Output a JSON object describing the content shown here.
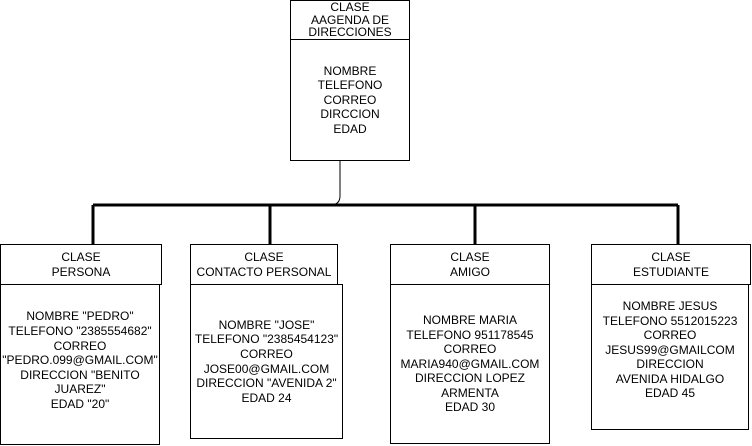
{
  "parent": {
    "header": [
      "CLASE",
      "AAGENDA DE",
      "DIRECCIONES"
    ],
    "body": [
      "NOMBRE",
      "TELEFONO",
      "CORREO",
      "DIRCCION",
      "EDAD"
    ]
  },
  "children": [
    {
      "header": [
        "CLASE",
        "PERSONA"
      ],
      "body": [
        "NOMBRE \"PEDRO\"",
        "TELEFONO \"2385554682\"",
        "CORREO",
        "\"PEDRO.099@GMAIL.COM\"",
        "DIRECCION \"BENITO",
        "JUAREZ\"",
        "EDAD \"20\""
      ]
    },
    {
      "header": [
        "CLASE",
        "CONTACTO PERSONAL"
      ],
      "body": [
        "NOMBRE \"JOSE\"",
        "TELEFONO \"2385454123\"",
        "CORREO",
        "JOSE00@GMAIL.COM",
        "DIRECCION \"AVENIDA 2\"",
        "EDAD 24"
      ]
    },
    {
      "header": [
        "CLASE",
        "AMIGO"
      ],
      "body": [
        "NOMBRE MARIA",
        "TELEFONO 951178545",
        "CORREO",
        "MARIA940@GMAIL.COM",
        "DIRECCION LOPEZ",
        "ARMENTA",
        "EDAD 30"
      ]
    },
    {
      "header": [
        "CLASE",
        "ESTUDIANTE"
      ],
      "body": [
        "NOMBRE JESUS",
        "TELEFONO 5512015223",
        "CORREO",
        "JESUS99@GMAILCOM",
        "DIRECCION",
        "AVENIDA HIDALGO",
        "EDAD 45"
      ]
    }
  ]
}
